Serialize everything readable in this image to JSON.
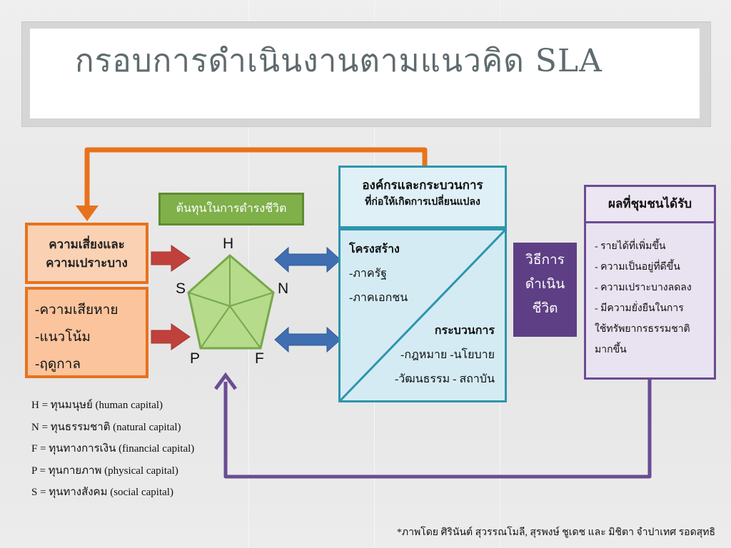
{
  "title": "กรอบการดำเนินงานตามแนวคิด SLA",
  "risk": {
    "heading_line1": "ความเสี่ยงและ",
    "heading_line2": "ความเปราะบาง",
    "items": [
      "-ความเสียหาย",
      "-แนวโน้ม",
      "-ฤดูกาล"
    ]
  },
  "capital": {
    "label": "ต้นทุนในการดำรงชีวิต",
    "vertices": {
      "top": "H",
      "left": "S",
      "right": "N",
      "bottom_left": "P",
      "bottom_right": "F"
    }
  },
  "organization": {
    "heading_line1": "องค์กรและกระบวนการ",
    "heading_line2": "ที่ก่อให้เกิดการเปลี่ยนแปลง",
    "structure_title": "โครงสร้าง",
    "structure_items": [
      "-ภาครัฐ",
      "-ภาคเอกชน"
    ],
    "process_title": "กระบวนการ",
    "process_items": [
      "-กฎหมาย -นโยบาย",
      "-วัฒนธรรม - สถาบัน"
    ]
  },
  "method": {
    "lines": [
      "วิธีการ",
      "ดำเนิน",
      "ชีวิต"
    ]
  },
  "results": {
    "heading": "ผลที่ชุมชนได้รับ",
    "items": [
      "- รายได้ที่เพิ่มขึ้น",
      "- ความเป็นอยู่ที่ดีขึ้น",
      "- ความเปราะบางลดลง",
      "- มีความยั่งยืนในการ",
      "ใช้ทรัพยากรธรรมชาติ",
      "มากขึ้น"
    ]
  },
  "legend": [
    "H = ทุนมนุษย์ (human capital)",
    "N = ทุนธรรมชาติ (natural capital)",
    "F =  ทุนทางการเงิน (financial capital)",
    "P = ทุนกายภาพ (physical capital)",
    "S = ทุนทางสังคม (social capital)"
  ],
  "credit": "*ภาพโดย ศิรินันต์ สุวรรณโมลี, สุรพงษ์ ชูเดช และ มิชิตา จำปาเทศ รอดสุทธิ",
  "colors": {
    "orange": "#e8721c",
    "green": "#7fb04a",
    "teal": "#2e95ad",
    "purple": "#6a4c93",
    "red_arrow": "#c0413b",
    "blue_arrow": "#3f6fb0"
  }
}
